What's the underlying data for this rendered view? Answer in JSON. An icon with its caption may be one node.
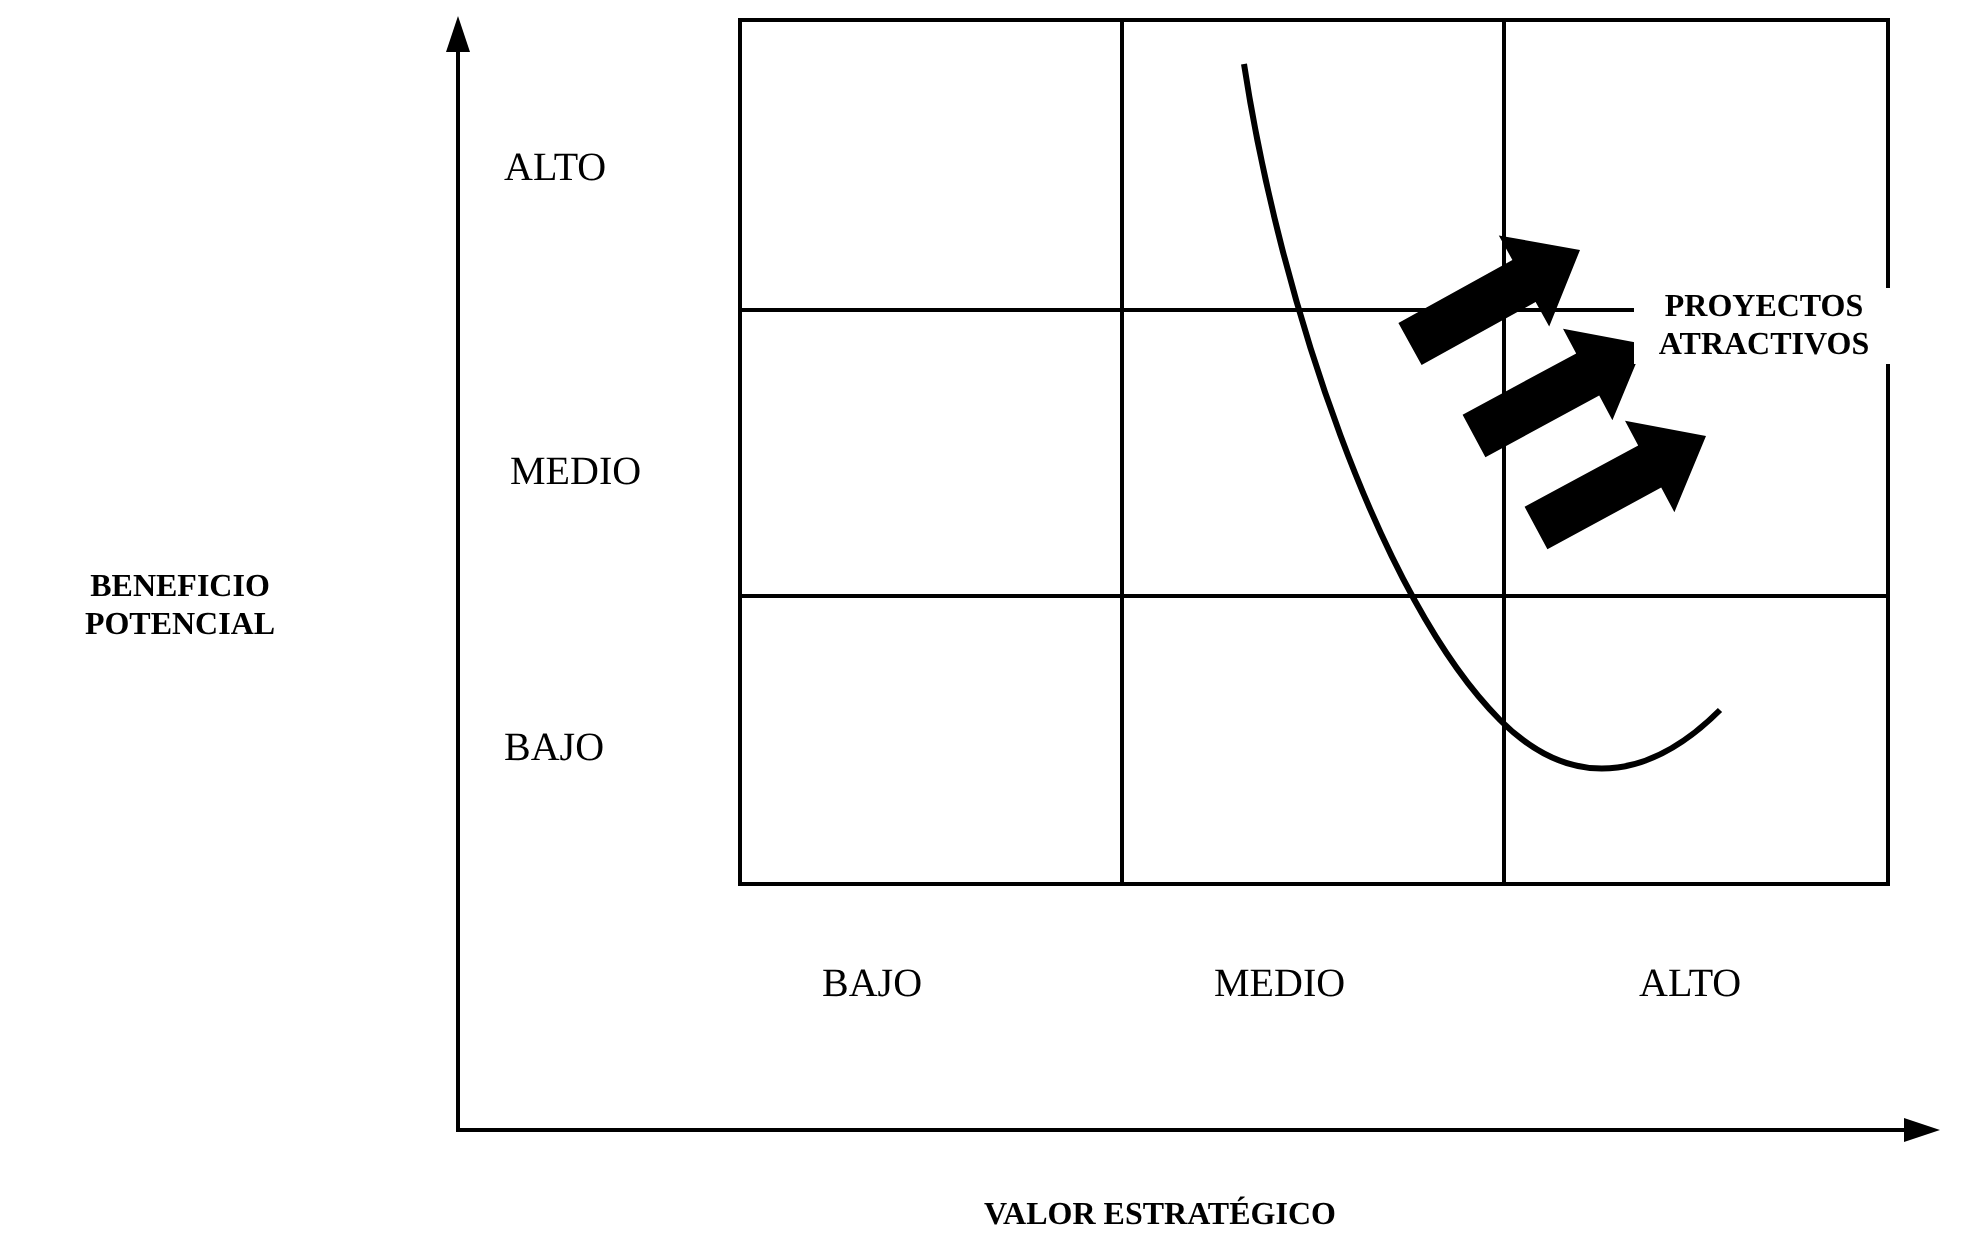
{
  "diagram": {
    "labels": [
      "ALTO",
      "PROYECTOS ATRACTIVOS",
      "MEDIO",
      "BENEFICIO POTENCIAL",
      "BAJO",
      "BAJO",
      "MEDIO",
      "ALTO",
      "VALOR ESTRATÉGICO"
    ]
  }
}
